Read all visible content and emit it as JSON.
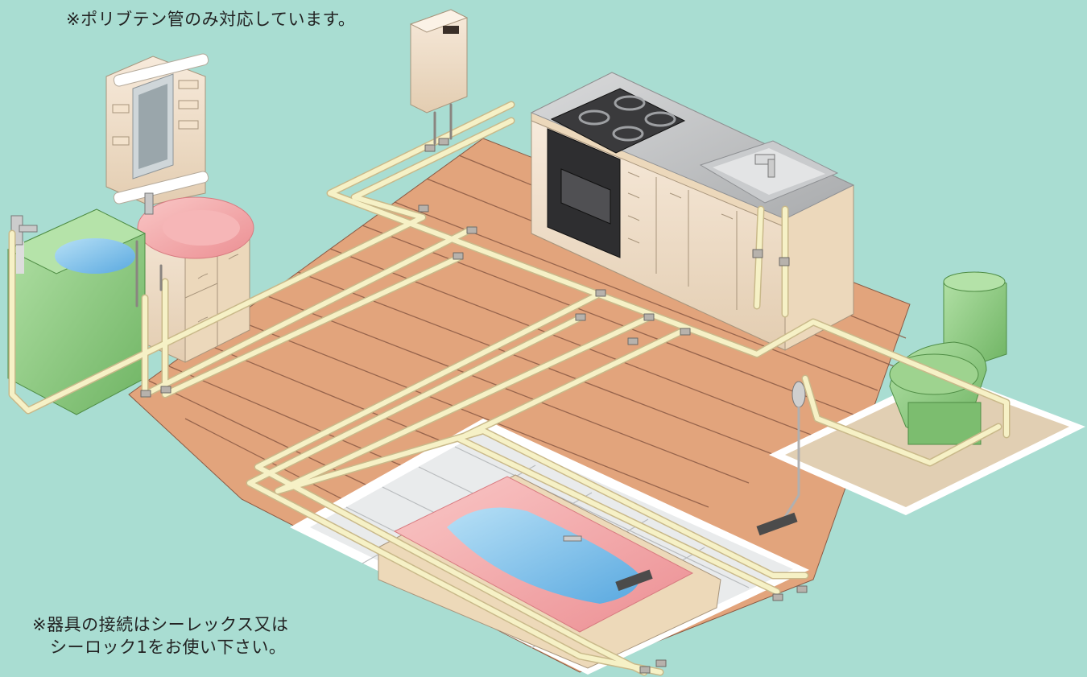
{
  "notes": {
    "top": "※ポリブテン管のみ対応しています。",
    "bottom_line1": "※器具の接続はシーレックス又は",
    "bottom_line2": "シーロック1をお使い下さい。"
  },
  "colors": {
    "background": "#a9ddd2",
    "floor": "#e0a47e",
    "floor_line": "#8a5a44",
    "pipe": "#f5f0c4",
    "pipe_outline": "#c9b98a",
    "fitting": "#b7b2ac",
    "bath_tub": "#f3a8aa",
    "water": "#7fc1ea",
    "toilet": "#86c47a",
    "washer": "#8fce86",
    "cabinet": "#eed9bd"
  }
}
